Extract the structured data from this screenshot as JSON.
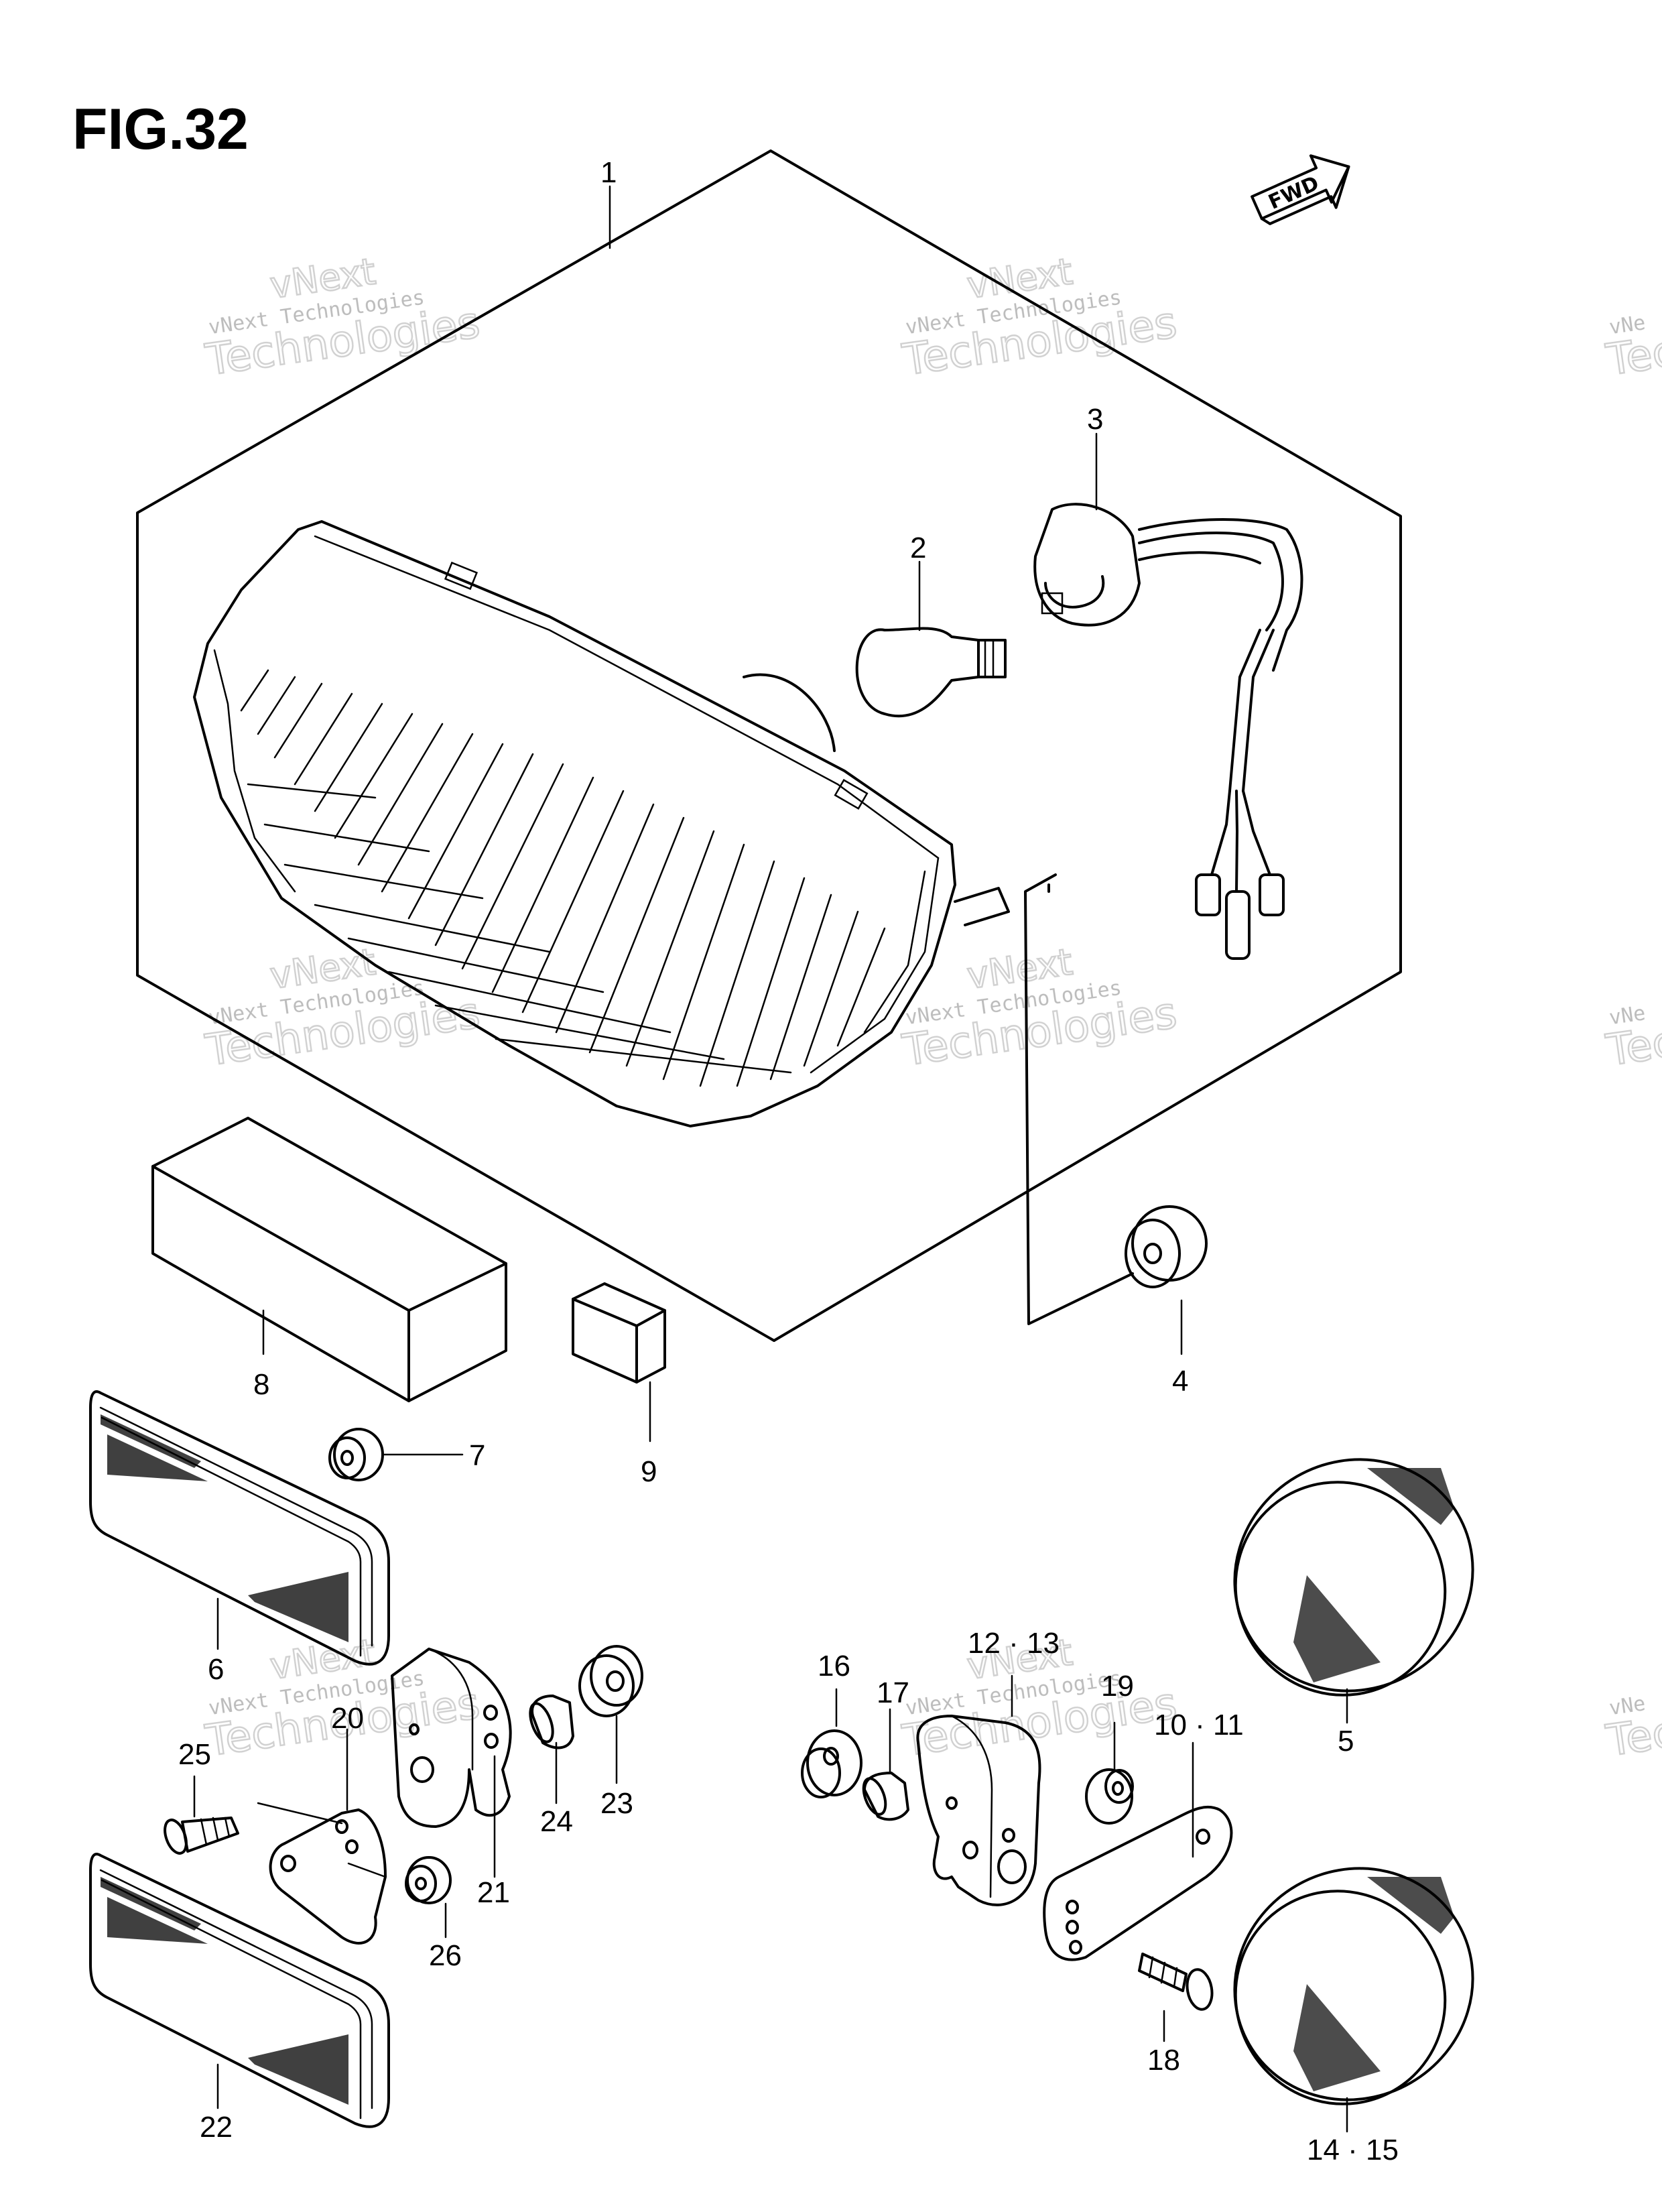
{
  "figure_title": "FIG.32",
  "fwd_label": "FWD",
  "watermark": {
    "line1": "vNext",
    "line2": "vNext Technologies",
    "line3": "Technologies",
    "edge_line2": "vNe",
    "edge_line3": "Tec"
  },
  "callouts": {
    "c1": "1",
    "c2": "2",
    "c3": "3",
    "c4": "4",
    "c5": "5",
    "c6": "6",
    "c7": "7",
    "c8": "8",
    "c9": "9",
    "c10_11": "10 · 11",
    "c12_13": "12 · 13",
    "c14_15": "14 · 15",
    "c16": "16",
    "c17": "17",
    "c18": "18",
    "c19": "19",
    "c20": "20",
    "c21": "21",
    "c22": "22",
    "c23": "23",
    "c24": "24",
    "c25": "25",
    "c26": "26"
  }
}
